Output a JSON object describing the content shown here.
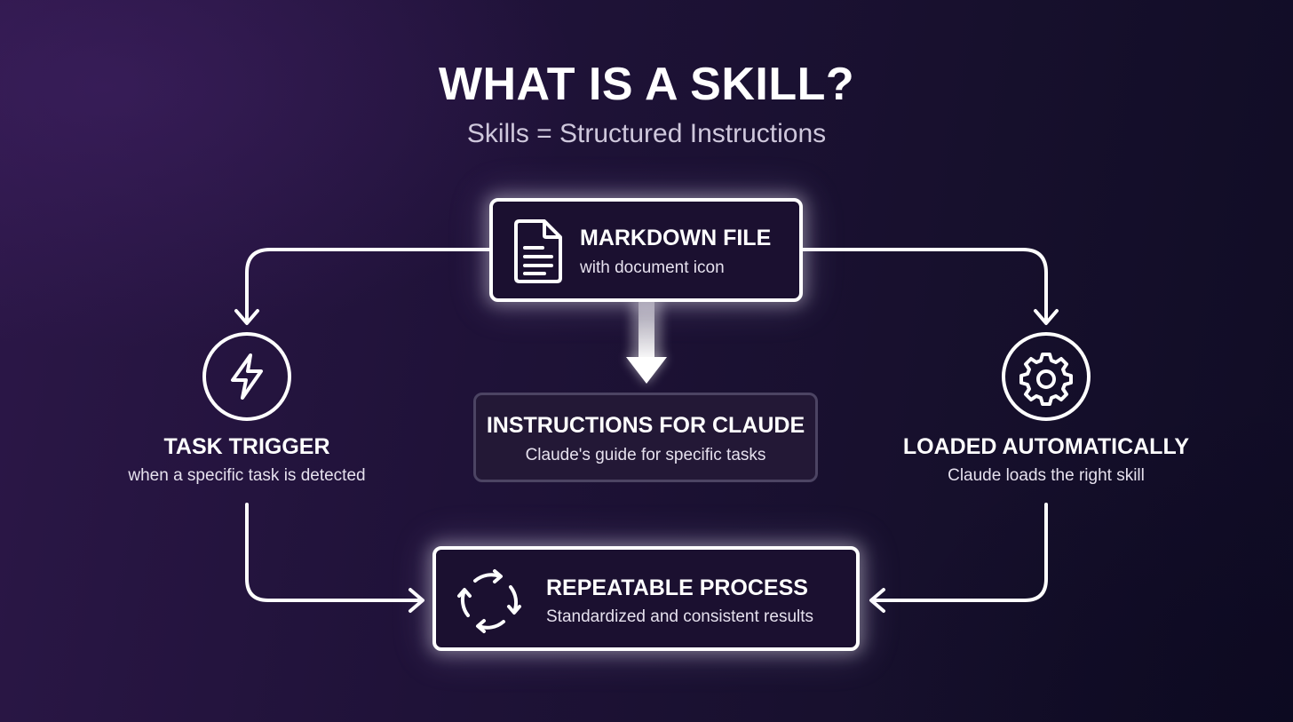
{
  "header": {
    "title": "WHAT IS A SKILL?",
    "subtitle": "Skills = Structured Instructions"
  },
  "markdown_file": {
    "title": "MARKDOWN FILE",
    "subtitle": "with document icon",
    "icon": "document-icon"
  },
  "instructions": {
    "title": "INSTRUCTIONS FOR CLAUDE",
    "subtitle": "Claude's guide for specific tasks"
  },
  "task_trigger": {
    "title": "TASK TRIGGER",
    "subtitle": "when a specific task is detected",
    "icon": "lightning-bolt-icon"
  },
  "loaded_automatically": {
    "title": "LOADED AUTOMATICALLY",
    "subtitle": "Claude loads the right skill",
    "icon": "gear-icon"
  },
  "repeatable_process": {
    "title": "REPEATABLE PROCESS",
    "subtitle": "Standardized and consistent results",
    "icon": "cycle-arrows-icon"
  },
  "colors": {
    "background": "#1f1238",
    "stroke": "#ffffff",
    "muted_border": "#4c4463"
  }
}
